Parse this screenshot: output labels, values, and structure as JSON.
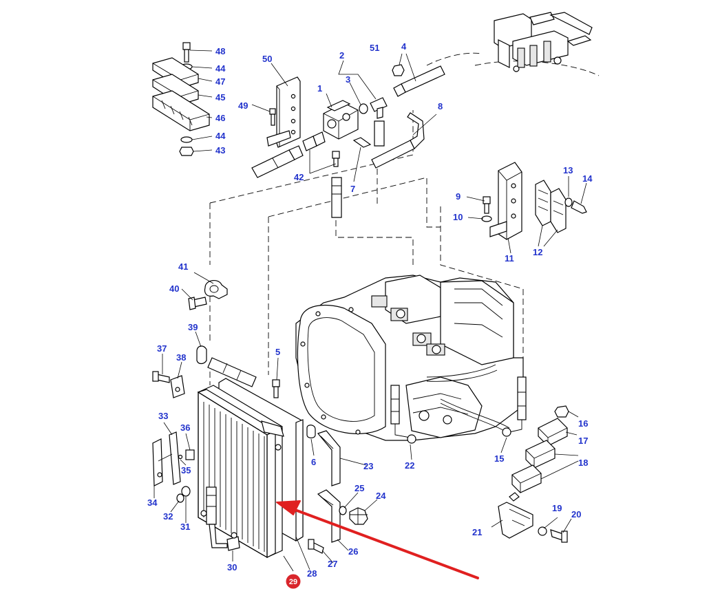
{
  "diagram": {
    "callouts": [
      "1",
      "2",
      "3",
      "4",
      "5",
      "6",
      "7",
      "8",
      "9",
      "10",
      "11",
      "12",
      "13",
      "14",
      "15",
      "16",
      "17",
      "18",
      "19",
      "20",
      "21",
      "22",
      "23",
      "24",
      "25",
      "26",
      "27",
      "28",
      "29",
      "30",
      "31",
      "32",
      "33",
      "34",
      "35",
      "36",
      "37",
      "38",
      "39",
      "40",
      "41",
      "42",
      "43",
      "44",
      "44",
      "45",
      "46",
      "47",
      "48",
      "49",
      "50",
      "51"
    ],
    "highlighted_callout": "29",
    "colors": {
      "callout_text": "#2233cc",
      "highlight_badge": "#d9262c",
      "arrow": "#e02020",
      "line_art": "#000000"
    }
  }
}
